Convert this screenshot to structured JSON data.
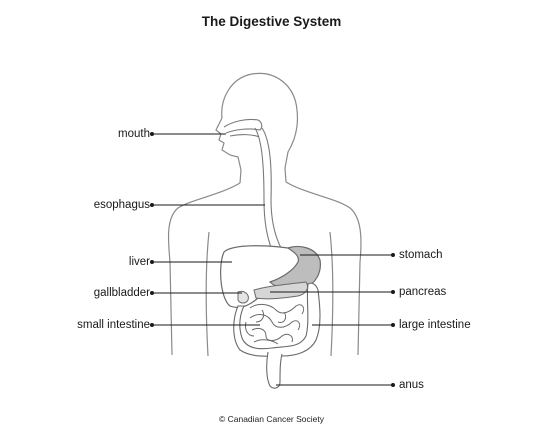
{
  "title": "The Digestive System",
  "credit": "© Canadian Cancer Society",
  "labels_left": [
    {
      "key": "mouth",
      "text": "mouth"
    },
    {
      "key": "esophagus",
      "text": "esophagus"
    },
    {
      "key": "liver",
      "text": "liver"
    },
    {
      "key": "gallbladder",
      "text": "gallbladder"
    },
    {
      "key": "small-intestine",
      "text": "small intestine"
    }
  ],
  "labels_right": [
    {
      "key": "stomach",
      "text": "stomach"
    },
    {
      "key": "pancreas",
      "text": "pancreas"
    },
    {
      "key": "large-intestine",
      "text": "large intestine"
    },
    {
      "key": "anus",
      "text": "anus"
    }
  ],
  "colors": {
    "outline": "#7a7a7a",
    "leader": "#1a1a1a",
    "liver_fill": "#ffffff",
    "stomach_fill": "#bdbdbd",
    "pancreas_fill": "#d6d6d6"
  }
}
